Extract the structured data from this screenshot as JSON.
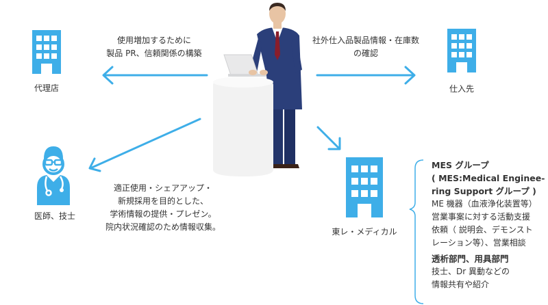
{
  "nodes": {
    "agency": "代理店",
    "supplier": "仕入先",
    "doctor": "医師、技士",
    "toray": "東レ・メディカル"
  },
  "arrows": {
    "to_agency": [
      "使用増加するために",
      "製品 PR、信頼関係の構築"
    ],
    "to_supplier": [
      "社外仕入品製品情報・在庫数",
      "の確認"
    ],
    "to_doctor": [
      "適正使用・シェアアップ・",
      "新規採用を目的とした、",
      "学術情報の提供・プレゼン。",
      "院内状況確認のため情報収集。"
    ]
  },
  "mes": {
    "title_lines": [
      "MES グループ",
      "( MES:Medical Enginee-",
      "ring Support グループ )"
    ],
    "body_lines": [
      "ME 機器（血液浄化装置等）",
      "営業事案に対する活動支援",
      "依頼（ 説明会、デモンスト",
      "レーション等）、営業相談"
    ],
    "subtitle": "透析部門、用具部門",
    "sub_lines": [
      "技士、Dr 異動などの",
      "情報共有や紹介"
    ]
  },
  "colors": {
    "accent": "#3eaee8",
    "suit": "#2b3f7a",
    "podium": "#f2f2f2",
    "text": "#333333"
  },
  "icons": [
    "building-icon",
    "doctor-icon",
    "salesperson-illustration",
    "arrow-icon",
    "brace-icon"
  ]
}
